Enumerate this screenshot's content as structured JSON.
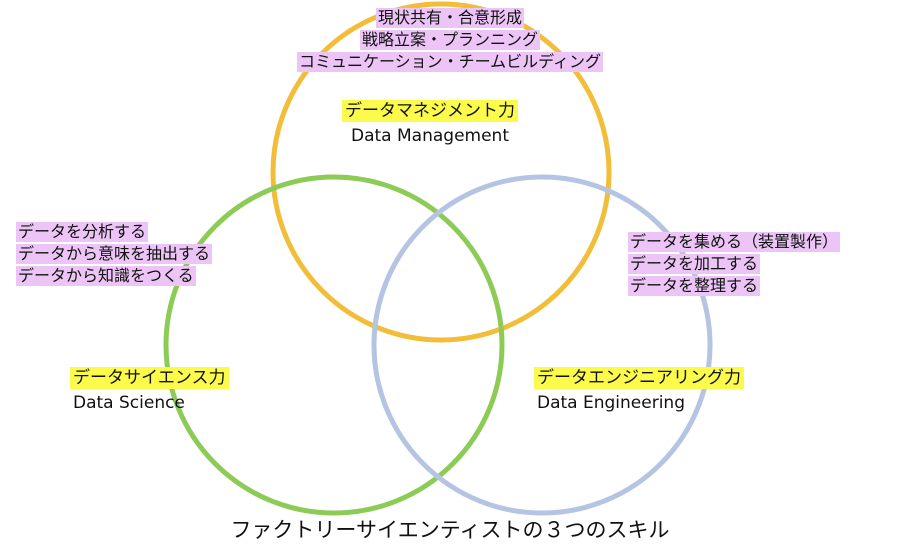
{
  "colors": {
    "management": "#F2BE3A",
    "science": "#8DCB57",
    "engineering": "#B4C4E2",
    "description_bg": "#ECC4F6",
    "skill_name_bg": "#FCFB4C"
  },
  "title": "ファクトリーサイエンティストの３つのスキル",
  "skills": {
    "management": {
      "name": "データマネジメント力",
      "name_en": "Data Management",
      "descriptions": [
        "現状共有・合意形成",
        "戦略立案・プランニング",
        "コミュニケーション・チームビルディング"
      ]
    },
    "science": {
      "name": "データサイエンス力",
      "name_en": "Data Science",
      "descriptions": [
        "データを分析する",
        "データから意味を抽出する",
        "データから知識をつくる"
      ]
    },
    "engineering": {
      "name": "データエンジニアリング力",
      "name_en": "Data Engineering",
      "descriptions": [
        "データを集める（装置製作）",
        "データを加工する",
        "データを整理する"
      ]
    }
  }
}
